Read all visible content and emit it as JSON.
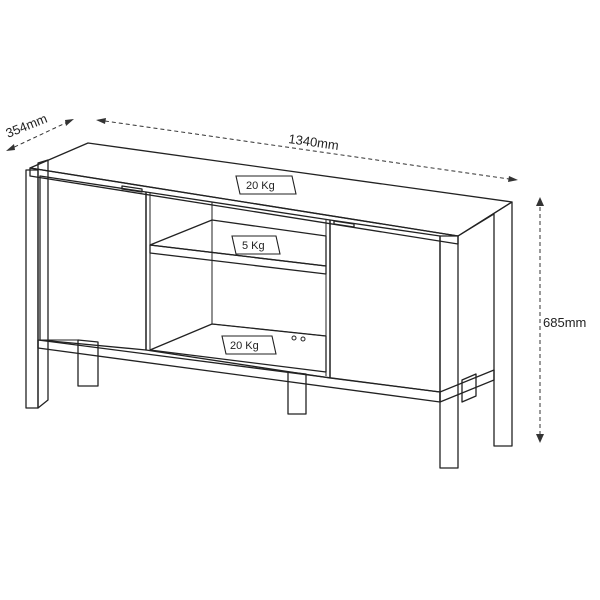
{
  "dimensions": {
    "depth": "354mm",
    "width": "1340mm",
    "height": "685mm"
  },
  "loads": {
    "top": "20 Kg",
    "shelf": "5 Kg",
    "bottom": "20 Kg"
  }
}
